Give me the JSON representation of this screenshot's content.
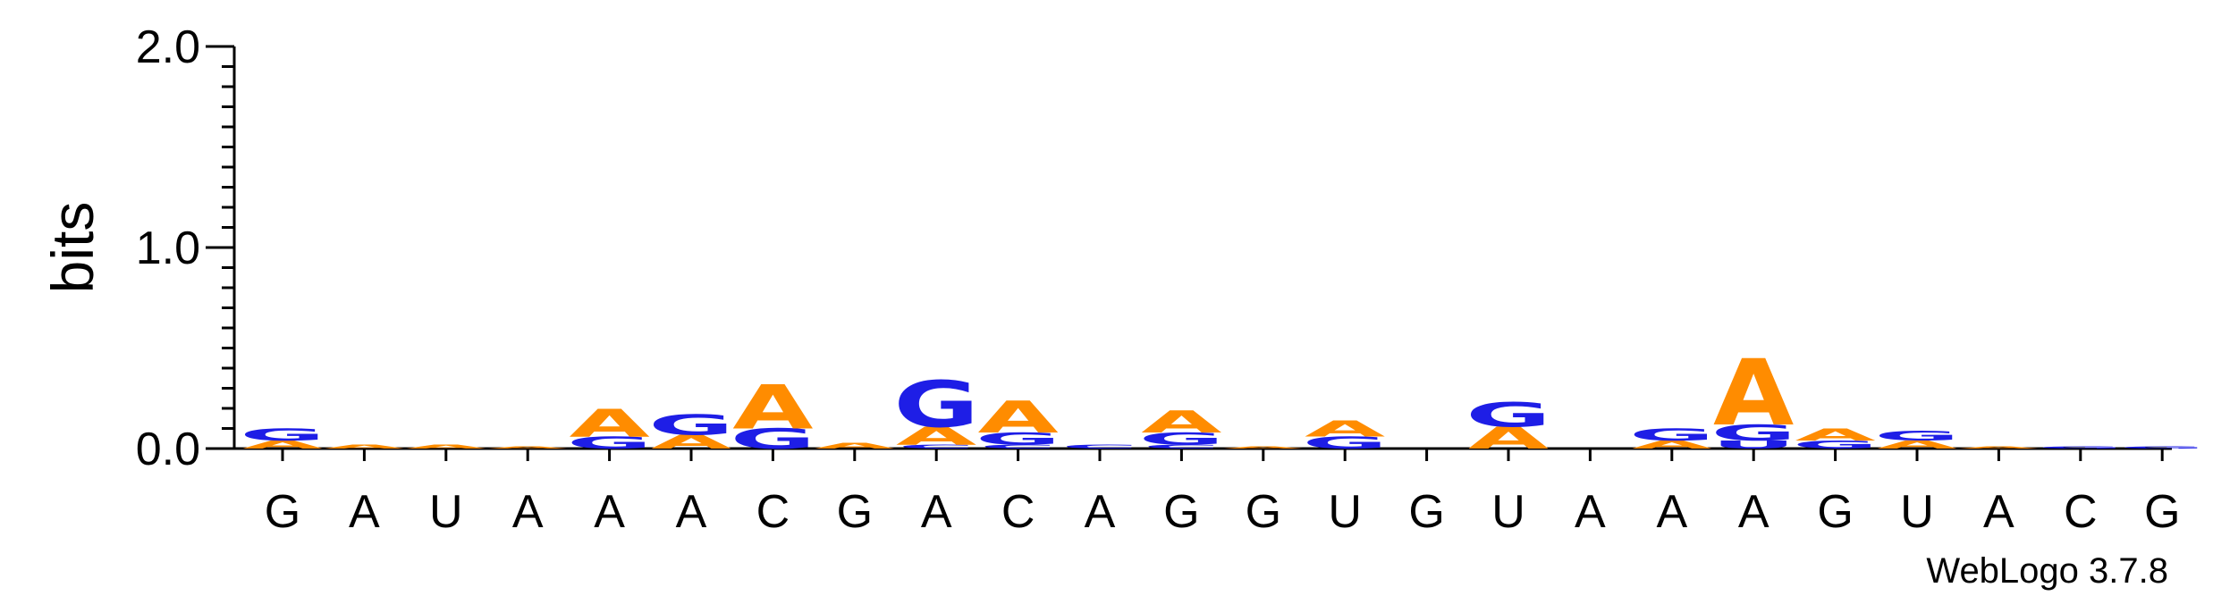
{
  "chart_data": {
    "type": "sequence-logo",
    "ylabel": "bits",
    "ylim": [
      0,
      2.0
    ],
    "yticks": [
      "0.0",
      "1.0",
      "2.0"
    ],
    "categories": [
      "G",
      "A",
      "U",
      "A",
      "A",
      "A",
      "C",
      "G",
      "A",
      "C",
      "A",
      "G",
      "G",
      "U",
      "G",
      "U",
      "A",
      "A",
      "A",
      "G",
      "U",
      "A",
      "C",
      "G"
    ],
    "colors": {
      "A": "#ff8c00",
      "G": "#1e1ee6",
      "C": "#1e1ee6",
      "U": "#1e1ee6"
    },
    "stacks": [
      [
        [
          "A",
          0.04
        ],
        [
          "G",
          0.06
        ]
      ],
      [
        [
          "A",
          0.02
        ]
      ],
      [
        [
          "A",
          0.02
        ]
      ],
      [
        [
          "A",
          0.01
        ]
      ],
      [
        [
          "G",
          0.06
        ],
        [
          "A",
          0.14
        ]
      ],
      [
        [
          "A",
          0.07
        ],
        [
          "G",
          0.1
        ]
      ],
      [
        [
          "G",
          0.1
        ],
        [
          "A",
          0.22
        ]
      ],
      [
        [
          "A",
          0.03
        ]
      ],
      [
        [
          "C",
          0.02
        ],
        [
          "A",
          0.09
        ],
        [
          "G",
          0.23
        ]
      ],
      [
        [
          "C",
          0.02
        ],
        [
          "G",
          0.06
        ],
        [
          "A",
          0.16
        ]
      ],
      [
        [
          "C",
          0.02
        ]
      ],
      [
        [
          "C",
          0.02
        ],
        [
          "G",
          0.06
        ],
        [
          "A",
          0.11
        ]
      ],
      [
        [
          "A",
          0.01
        ]
      ],
      [
        [
          "G",
          0.06
        ],
        [
          "A",
          0.08
        ]
      ],
      [],
      [
        [
          "A",
          0.11
        ],
        [
          "G",
          0.12
        ]
      ],
      [],
      [
        [
          "A",
          0.04
        ],
        [
          "G",
          0.06
        ]
      ],
      [
        [
          "U",
          0.04
        ],
        [
          "G",
          0.08
        ],
        [
          "A",
          0.33
        ]
      ],
      [
        [
          "G",
          0.04
        ],
        [
          "A",
          0.06
        ]
      ],
      [
        [
          "A",
          0.04
        ],
        [
          "G",
          0.05
        ]
      ],
      [
        [
          "A",
          0.01
        ]
      ],
      [
        [
          "G",
          0.01
        ]
      ],
      [
        [
          "G",
          0.01
        ]
      ]
    ],
    "credit": "WebLogo 3.7.8"
  }
}
